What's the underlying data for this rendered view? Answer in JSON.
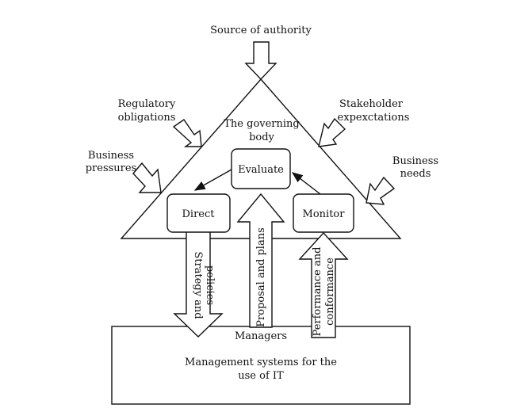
{
  "diagram": {
    "source": "Source of authority",
    "regulatory": [
      "Regulatory",
      "obligations"
    ],
    "stakeholder": [
      "Stakeholder",
      "expexctations"
    ],
    "business_pressures": [
      "Business",
      "pressures"
    ],
    "business_needs": [
      "Business",
      "needs"
    ],
    "governing_body": [
      "The governing",
      "body"
    ],
    "evaluate": "Evaluate",
    "direct": "Direct",
    "monitor": "Monitor",
    "strategy": [
      "Strategy and",
      "policies"
    ],
    "proposal": "Proposal and plans",
    "performance": [
      "Performance and",
      "conformance"
    ],
    "managers": "Managers",
    "management": [
      "Management systems for the",
      "use of IT"
    ]
  }
}
